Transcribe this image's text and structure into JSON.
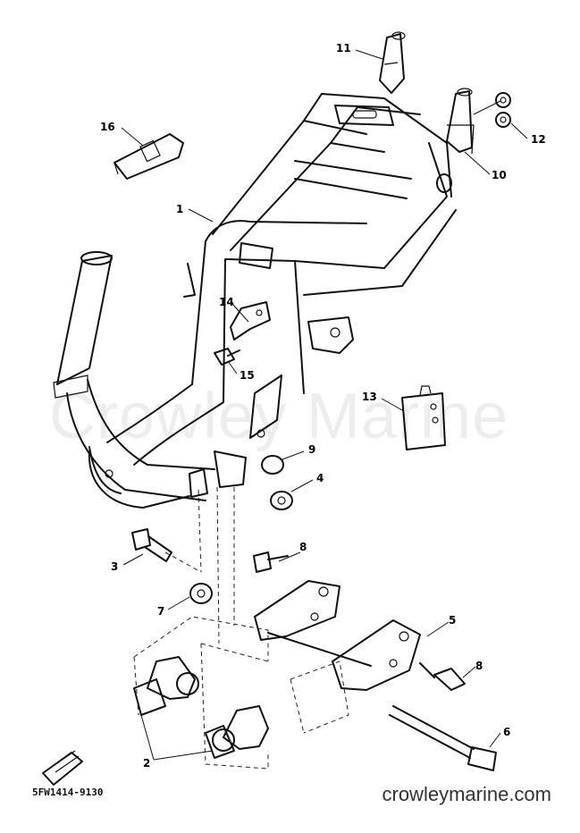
{
  "watermark": "Crowley Marine",
  "site_url": "crowleymarine.com",
  "diagram_code": "5FW1414-9130",
  "callouts": [
    "1",
    "2",
    "3",
    "4",
    "5",
    "6",
    "7",
    "8",
    "9",
    "10",
    "11",
    "12",
    "13",
    "14",
    "15",
    "16"
  ],
  "callout_8": "8"
}
